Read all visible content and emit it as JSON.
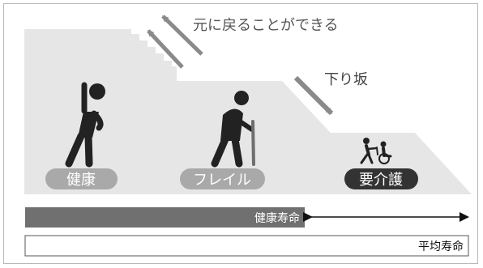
{
  "diagram": {
    "annotations": {
      "recover": "元に戻ることができる",
      "decline": "下り坂"
    },
    "stages": [
      {
        "label": "健康",
        "style": "light"
      },
      {
        "label": "フレイル",
        "style": "light"
      },
      {
        "label": "要介護",
        "style": "dark"
      }
    ],
    "bars": {
      "healthy_life_expectancy": "健康寿命",
      "average_life_expectancy": "平均寿命"
    },
    "colors": {
      "slope": "#e6e6e6",
      "arrow": "#8a8a8a",
      "figure": "#222222",
      "pill_light": "#a9a9a9",
      "pill_dark": "#333333",
      "bar_dark": "#707070"
    }
  }
}
